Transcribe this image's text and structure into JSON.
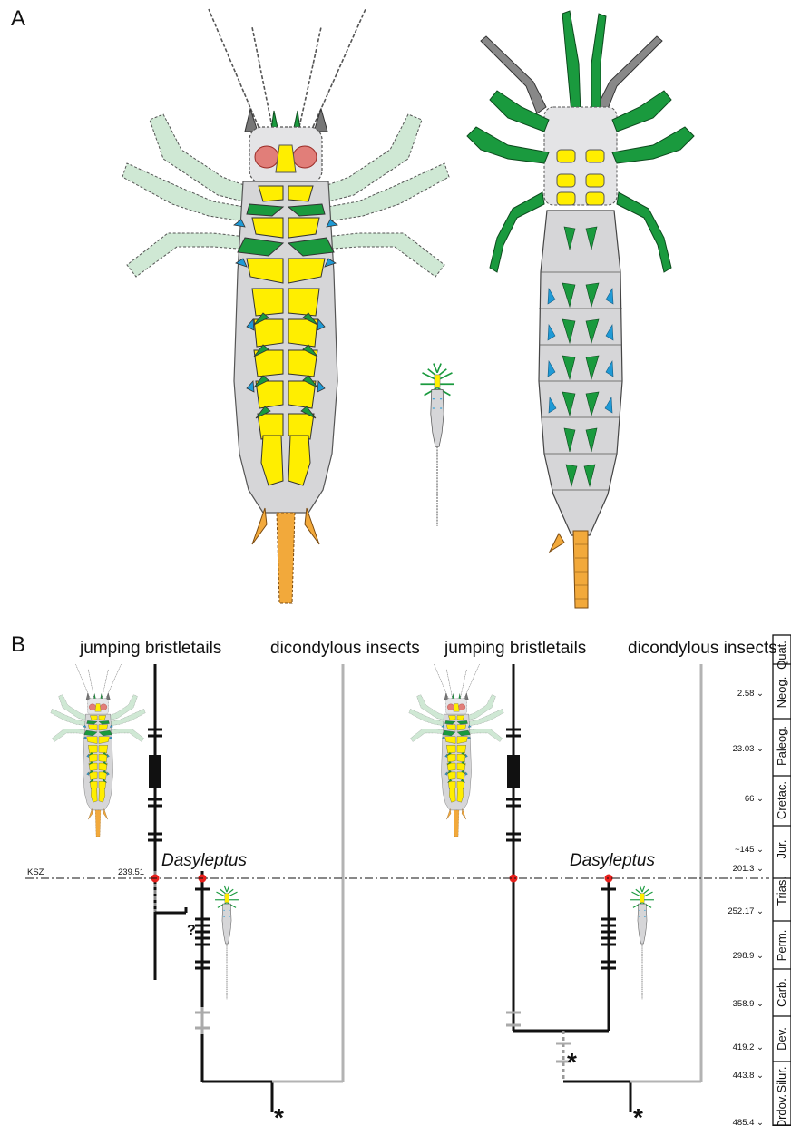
{
  "panel_a": {
    "letter": "A"
  },
  "panel_b": {
    "letter": "B",
    "left_tree": {
      "clade_left": "jumping bristletails",
      "clade_right": "dicondylous insects",
      "taxon": "Dasyleptus",
      "ksz_label": "KSZ",
      "ksz_age": "239.51",
      "uncertain_mark": "?",
      "node_mark": "*"
    },
    "right_tree": {
      "clade_left": "jumping bristletails",
      "clade_right": "dicondylous insects",
      "taxon": "Dasyleptus",
      "node_mark_1": "*",
      "node_mark_2": "*"
    },
    "timescale": {
      "ages": [
        "2.58",
        "23.03",
        "66",
        "~145",
        "201.3",
        "252.17",
        "298.9",
        "358.9",
        "419.2",
        "443.8",
        "485.4"
      ],
      "periods": [
        "Quat.",
        "Neog.",
        "Paleog.",
        "Cretac.",
        "Jur.",
        "Trias.",
        "Perm.",
        "Carb.",
        "Dev.",
        "Silur.",
        "Ordov."
      ]
    }
  },
  "colors": {
    "green": "#1a9a3e",
    "light_green": "#cfe8d4",
    "yellow": "#ffee00",
    "blue": "#1f9ad6",
    "grey": "#d6d6d8",
    "orange": "#f2a93b",
    "red_eye": "#e0524a",
    "node_red": "#e8201c",
    "tree_grey": "#b3b3b3"
  }
}
